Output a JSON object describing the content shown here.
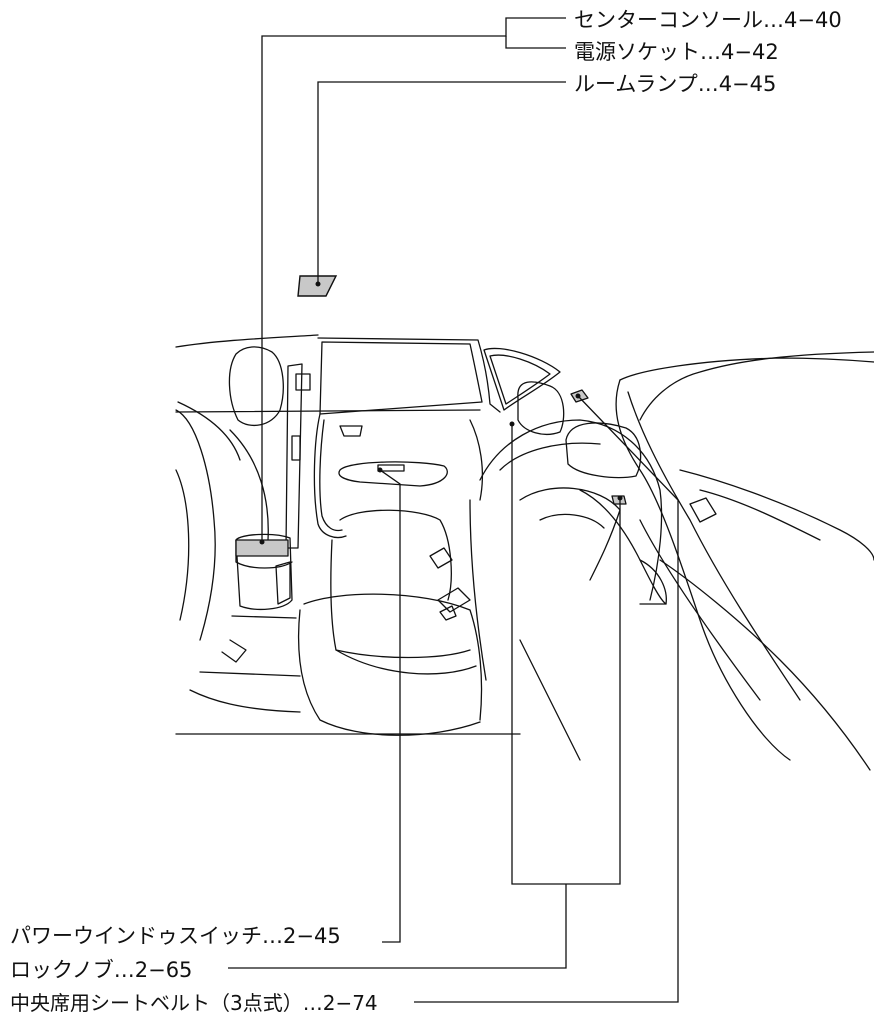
{
  "callouts": {
    "center_console": "センターコンソール…4−40",
    "power_socket": "電源ソケット…4−42",
    "room_lamp": "ルームランプ…4−45",
    "power_window_switch": "パワーウインドゥスイッチ…2−45",
    "lock_knob": "ロックノブ…2−65",
    "center_seat_belt": "中央席用シートベルト（3点式）…2−74"
  }
}
